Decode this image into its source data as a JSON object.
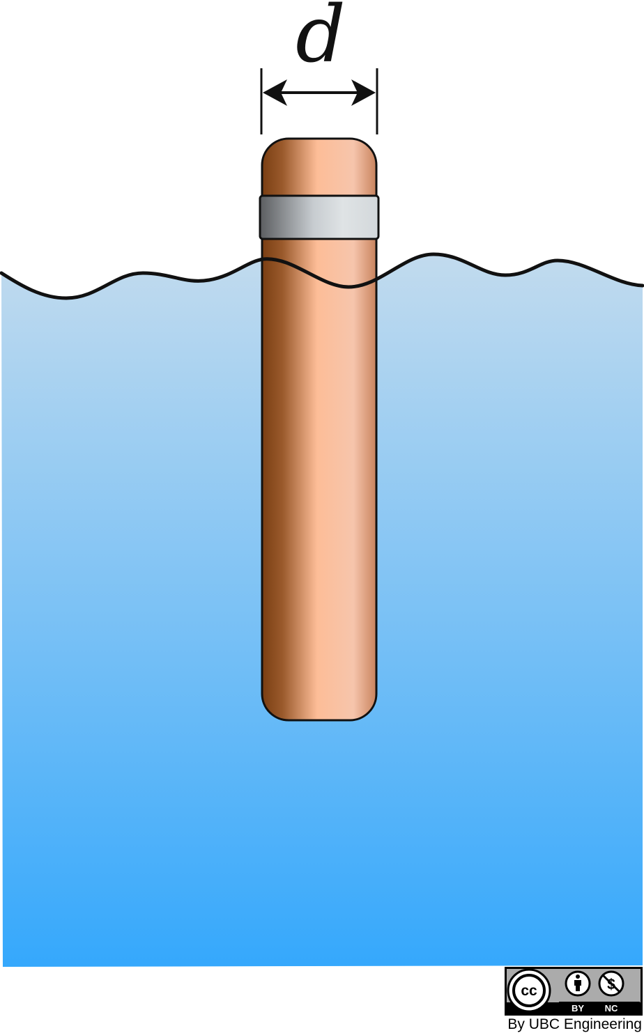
{
  "diagram": {
    "dimension_label": "d",
    "colors": {
      "water_top": "#c2dbee",
      "water_bottom": "#35a8fc",
      "rod_dark": "#7a3e12",
      "rod_light": "#fdbd97",
      "band_dark": "#5b5d60",
      "band_light": "#dfe3e5",
      "outline": "#111111"
    }
  },
  "license": {
    "cc_label": "cc",
    "by_label": "BY",
    "nc_label": "NC",
    "attribution": "By UBC Engineering"
  }
}
